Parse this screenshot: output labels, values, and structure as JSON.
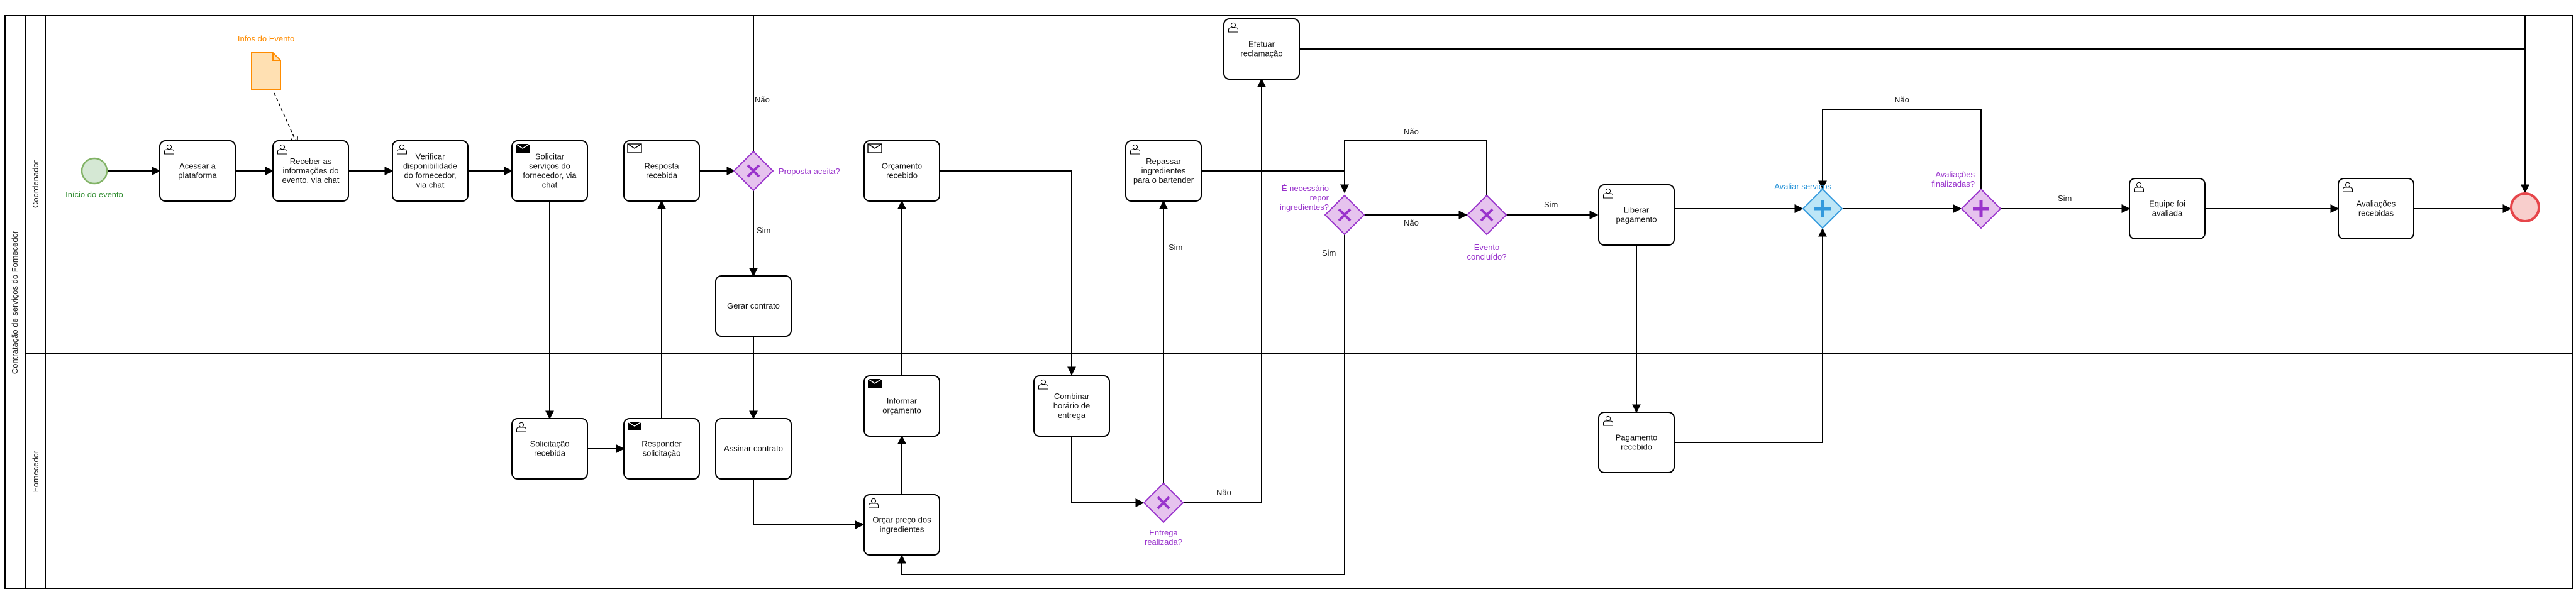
{
  "pool": {
    "label": "Contratação de serviços do Fornecedor"
  },
  "lanes": {
    "coordinator": "Coordenador",
    "supplier": "Fornecedor"
  },
  "annotation": {
    "label": "Infos do Evento"
  },
  "events": {
    "start": "Início do evento"
  },
  "tasks": {
    "t1": [
      "Acessar a",
      "plataforma"
    ],
    "t2": [
      "Receber as",
      "informações do",
      "evento, via chat"
    ],
    "t3": [
      "Verificar",
      "disponibilidade",
      "do fornecedor,",
      "via chat"
    ],
    "t4": [
      "Solicitar",
      "serviços do",
      "fornecedor, via",
      "chat"
    ],
    "t5": [
      "Resposta",
      "recebida"
    ],
    "t6": [
      "Gerar contrato"
    ],
    "t7": [
      "Orçamento",
      "recebido"
    ],
    "t8": [
      "Repassar",
      "ingredientes",
      "para o bartender"
    ],
    "t9": [
      "Efetuar",
      "reclamação"
    ],
    "t10": [
      "Liberar",
      "pagamento"
    ],
    "t11": [
      "Equipe foi",
      "avaliada"
    ],
    "t12": [
      "Avaliações",
      "recebidas"
    ],
    "s1": [
      "Solicitação",
      "recebida"
    ],
    "s2": [
      "Responder",
      "solicitação"
    ],
    "s3": [
      "Assinar contrato"
    ],
    "s4": [
      "Informar",
      "orçamento"
    ],
    "s5": [
      "Orçar preço dos",
      "ingredientes"
    ],
    "s6": [
      "Combinar",
      "horário de",
      "entrega"
    ],
    "s7": [
      "Pagamento",
      "recebido"
    ]
  },
  "gateways": {
    "g1": [
      "Proposta aceita?"
    ],
    "g2": [
      "É necessário",
      "repor",
      "ingredientes?"
    ],
    "g3": [
      "Evento",
      "concluído?"
    ],
    "g4": [
      "Entrega",
      "realizada?"
    ],
    "g5": [
      "Avaliar serviços"
    ],
    "g6": [
      "Avaliações",
      "finalizadas?"
    ]
  },
  "flow_labels": {
    "nao": "Não",
    "sim": "Sim"
  },
  "colors": {
    "gateway_purple": "#9933cc",
    "gateway_fill": "#e6c3ee",
    "parallel_blue": "#3399dd",
    "parallel_fill": "#bde6f7",
    "start_green": "#82b366",
    "start_fill": "#d5e8d4",
    "end_red": "#e6454a",
    "end_fill": "#f8cecc",
    "annotation_orange": "#ff8c00",
    "annotation_fill": "#ffe0b2"
  }
}
